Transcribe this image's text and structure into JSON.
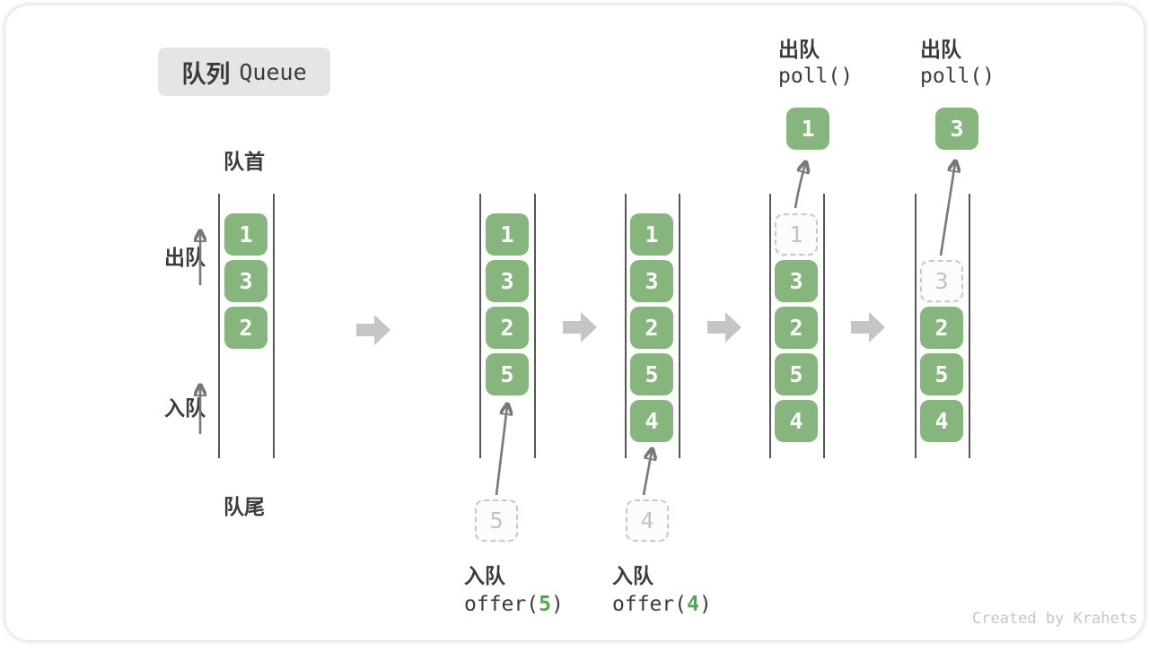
{
  "title": {
    "zh": "队列",
    "en": "Queue"
  },
  "side_labels": {
    "front": "队首",
    "rear": "队尾",
    "dequeue": "出队",
    "enqueue": "入队"
  },
  "columns": {
    "c1": {
      "b1": "1",
      "b2": "3",
      "b3": "2"
    },
    "c2": {
      "b1": "1",
      "b2": "3",
      "b3": "2",
      "b4": "5",
      "staged": "5"
    },
    "c3": {
      "b1": "1",
      "b2": "3",
      "b3": "2",
      "b4": "5",
      "b5": "4",
      "staged": "4"
    },
    "c4": {
      "ghost": "1",
      "b2": "3",
      "b3": "2",
      "b4": "5",
      "b5": "4",
      "polled": "1"
    },
    "c5": {
      "ghost": "3",
      "b3": "2",
      "b4": "5",
      "b5": "4",
      "polled": "3"
    }
  },
  "operations": {
    "enqueue5": {
      "label": "入队",
      "code_pre": "offer(",
      "arg": "5",
      "code_post": ")"
    },
    "enqueue4": {
      "label": "入队",
      "code_pre": "offer(",
      "arg": "4",
      "code_post": ")"
    },
    "dequeue1": {
      "label": "出队",
      "code": "poll()"
    },
    "dequeue2": {
      "label": "出队",
      "code": "poll()"
    }
  },
  "watermark": "Created by Krahets",
  "colors": {
    "box_green": "#86b67d",
    "code_green": "#55a455",
    "block_arrow_gray": "#c5c5c5",
    "curve_arrow_gray": "#787878",
    "title_badge_bg": "#e5e5e5",
    "ghost_border": "#c9c9c9",
    "text_dark": "#3b3b3b"
  }
}
